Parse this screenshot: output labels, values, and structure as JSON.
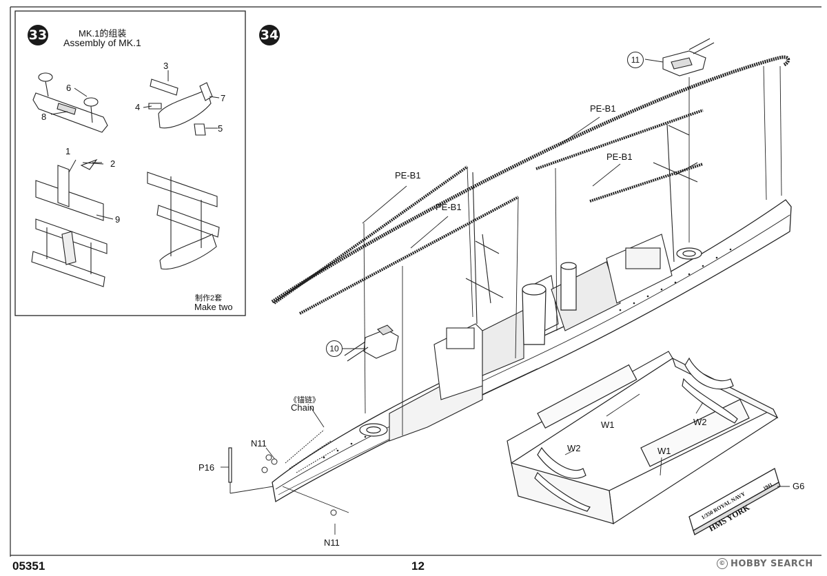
{
  "step33": {
    "number": "33",
    "title_cn": "MK.1的组装",
    "title_en": "Assembly of MK.1",
    "parts": [
      "1",
      "2",
      "3",
      "4",
      "5",
      "6",
      "7",
      "8",
      "9"
    ],
    "note_cn": "制作2套",
    "note_en": "Make two"
  },
  "step34": {
    "number": "34",
    "callouts": [
      "10",
      "11"
    ],
    "labels": {
      "pe_b1": "PE-B1",
      "chain_cn": "《锚链》",
      "chain_en": "Chain",
      "n11": "N11",
      "p16": "P16",
      "w1": "W1",
      "w2": "W2",
      "g6": "G6"
    },
    "plaque": {
      "line1": "1/350 ROYAL NAVY",
      "line2": "HMS YORK",
      "year": "1941"
    }
  },
  "footer": {
    "code": "05351",
    "page": "12",
    "watermark": "HOBBY SEARCH",
    "watermark_mark": "©"
  }
}
